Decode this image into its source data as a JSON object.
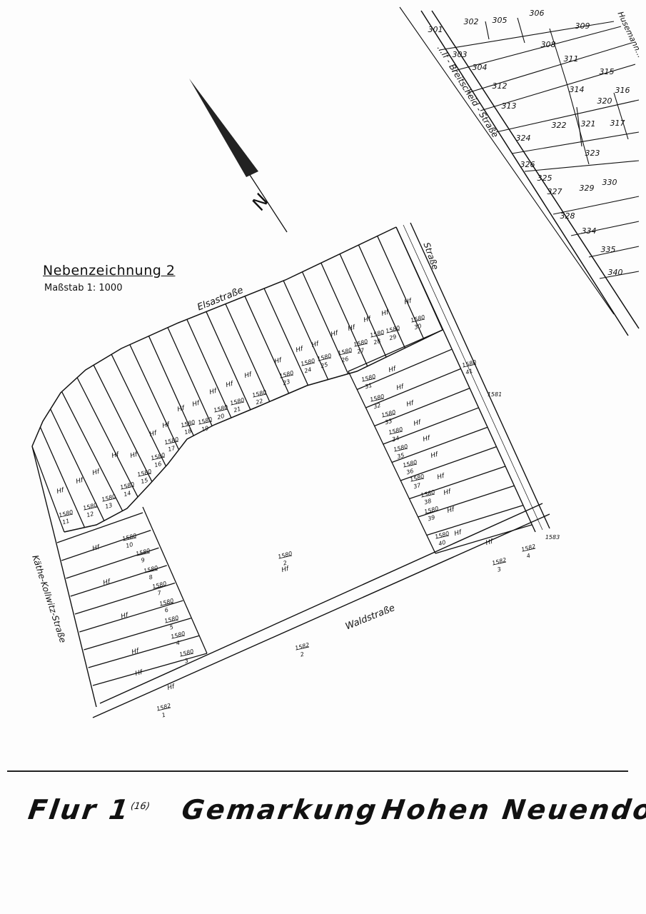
{
  "sheet": {
    "title": "Nebenzeichnung 2",
    "scale": "Maßstab 1: 1000",
    "north_symbol": "N",
    "footer": {
      "flur": "Flur 1",
      "flur_note": "(16)",
      "gemarkung_label": "Gemarkung",
      "gemarkung_name": "Hohen Neuendor"
    }
  },
  "streets": {
    "elsastrasse": "Elsastraße",
    "waldstrasse": "Waldstraße",
    "kaethe_kollwitz": "Käthe-Kollwitz-Straße",
    "strasse": "Straße",
    "breitscheid": "...lf - Breitscheid - Straße",
    "husemann": "Husemann..."
  },
  "usage_code": "Hf",
  "parcels_1580": {
    "numerator": "1580",
    "denominators": [
      "2",
      "3",
      "4",
      "5",
      "6",
      "7",
      "8",
      "9",
      "10",
      "11",
      "12",
      "13",
      "14",
      "15",
      "16",
      "17",
      "18",
      "19",
      "20",
      "21",
      "22",
      "23",
      "24",
      "25",
      "26",
      "27",
      "28",
      "29",
      "30",
      "31",
      "32",
      "33",
      "34",
      "35",
      "36",
      "37",
      "38",
      "39",
      "40",
      "41"
    ]
  },
  "parcels_1582": {
    "numerator": "1582",
    "denominators": [
      "1",
      "2",
      "3",
      "4"
    ]
  },
  "parcel_1583": "1583",
  "parcel_1581": "1581",
  "main_map_parcels": [
    "301",
    "302",
    "305",
    "306",
    "309",
    "303",
    "308",
    "304",
    "311",
    "315",
    "312",
    "314",
    "316",
    "313",
    "320",
    "322",
    "321",
    "317",
    "324",
    "323",
    "326",
    "325",
    "329",
    "330",
    "327",
    "328",
    "334",
    "335",
    "340"
  ]
}
